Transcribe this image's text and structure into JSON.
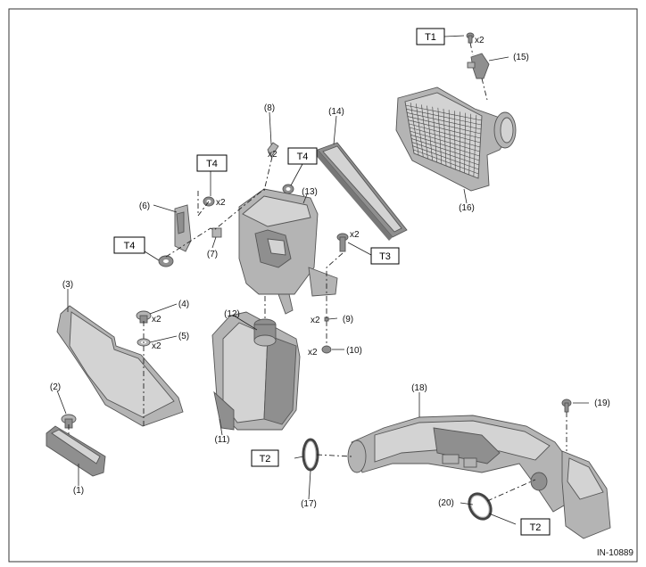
{
  "document_id": "IN-10889",
  "callouts": [
    {
      "text": "(1)"
    },
    {
      "text": "(2)"
    },
    {
      "text": "(3)"
    },
    {
      "text": "(4)"
    },
    {
      "text": "(5)"
    },
    {
      "text": "(6)"
    },
    {
      "text": "(7)"
    },
    {
      "text": "(8)"
    },
    {
      "text": "(9)"
    },
    {
      "text": "(10)"
    },
    {
      "text": "(11)"
    },
    {
      "text": "(12)"
    },
    {
      "text": "(13)"
    },
    {
      "text": "(14)"
    },
    {
      "text": "(15)"
    },
    {
      "text": "(16)"
    },
    {
      "text": "(17)"
    },
    {
      "text": "(18)"
    },
    {
      "text": "(19)"
    },
    {
      "text": "(20)"
    }
  ],
  "torque_tags": [
    "T1",
    "T2",
    "T3",
    "T4"
  ],
  "quantity": "x2"
}
